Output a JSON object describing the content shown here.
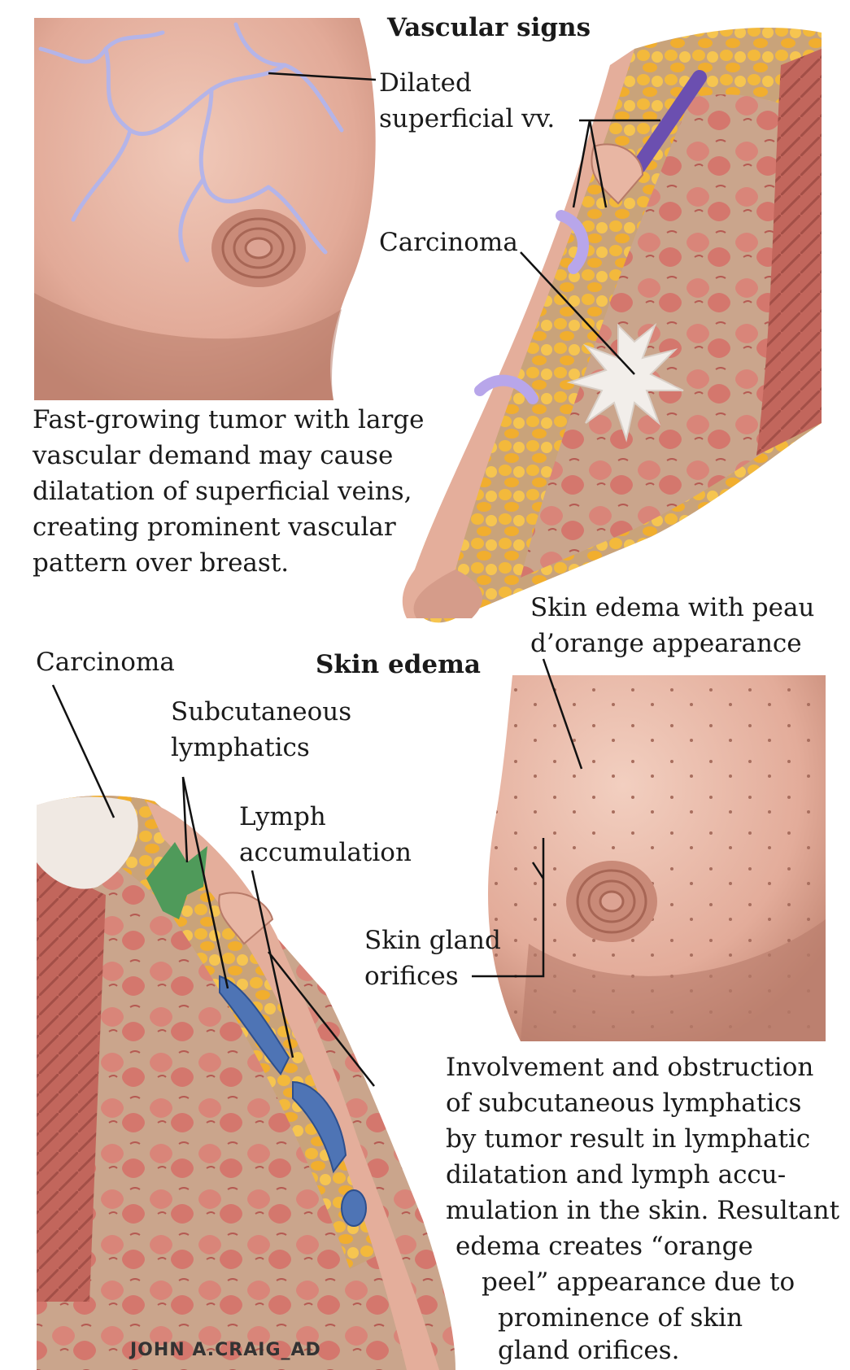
{
  "sections": {
    "vascular": {
      "heading": "Vascular signs",
      "label_veins": "Dilated\nsuperficial vv.",
      "label_carcinoma": "Carcinoma",
      "caption": "Fast-growing tumor with large\nvascular demand may cause\ndilatation of superficial veins,\ncreating prominent vascular\npattern over breast."
    },
    "edema": {
      "heading": "Skin edema",
      "label_peau": "Skin edema with peau\nd’orange appearance",
      "label_carcinoma": "Carcinoma",
      "label_lymphatics": "Subcutaneous\nlymphatics",
      "label_lymph": "Lymph\naccumulation",
      "label_glands": "Skin gland\norifices",
      "caption_lines": [
        "Involvement and obstruction",
        "of subcutaneous lymphatics",
        "by tumor result in lymphatic",
        "dilatation and lymph accu-",
        "mulation in the skin. Resultant",
        "edema creates “orange",
        "peel” appearance due to",
        "prominence of skin",
        "gland orifices."
      ]
    }
  },
  "colors": {
    "skin": "#e7b3a1",
    "skin_dark": "#c98d7a",
    "fat": "#f3b93b",
    "gland": "#d98579",
    "vein": "#7a5cc0",
    "lymph": "#5577b0",
    "tumor": "#f2eeea",
    "muscle": "#c2665c"
  },
  "signature": "JOHN A.CRAIG_AD"
}
